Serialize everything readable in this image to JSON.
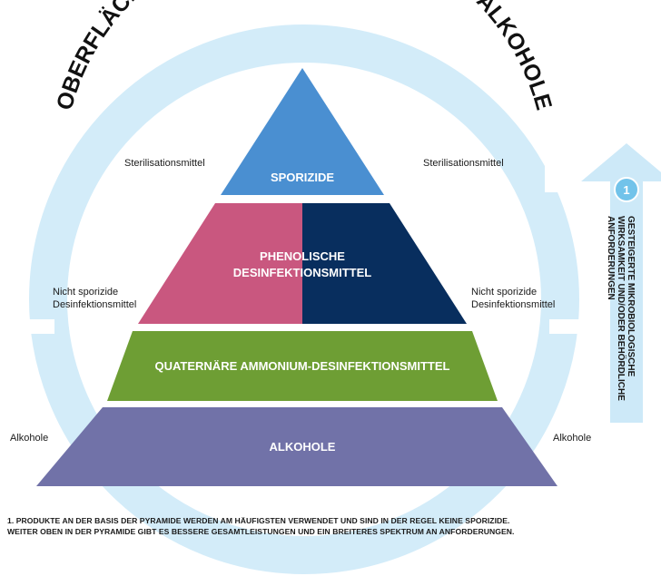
{
  "title": "OBERFLÄCHEN-DESINFEKTIONSMITTEL UND ALKOHOLE",
  "pyramid": {
    "tier1": "SPORIZIDE",
    "tier2_line1": "PHENOLISCHE",
    "tier2_line2": "DESINFEKTIONSMITTEL",
    "tier3": "QUATERNÄRE AMMONIUM-DESINFEKTIONSMITTEL",
    "tier4": "ALKOHOLE"
  },
  "side_labels": {
    "sterilisation_left": "Sterilisationsmittel",
    "sterilisation_right": "Sterilisationsmittel",
    "nonsporicidal_left_1": "Nicht sporizide",
    "nonsporicidal_left_2": "Desinfektionsmittel",
    "nonsporicidal_right_1": "Nicht sporizide",
    "nonsporicidal_right_2": "Desinfektionsmittel",
    "alcohols_left": "Alkohole",
    "alcohols_right": "Alkohole"
  },
  "arrow": {
    "badge": "1",
    "text_line1": "GESTEIGERTE MIKROBIOLOGISCHE",
    "text_line2": "WIRKSAMKEIT UND/ODER BEHÖRDLICHE",
    "text_line3": "ANFORDERUNGEN"
  },
  "footnote": {
    "line1": "1. PRODUKTE AN DER BASIS DER PYRAMIDE WERDEN AM HÄUFIGSTEN VERWENDET UND SIND IN DER REGEL KEINE SPORIZIDE.",
    "line2": "WEITER OBEN IN DER PYRAMIDE GIBT ES BESSERE GESAMTLEISTUNGEN UND EIN BREITERES SPEKTRUM AN ANFORDERUNGEN."
  },
  "colors": {
    "ring": "#d3ecf9",
    "ring_gap": "#ffffff",
    "sporizide": "#4a8fd1",
    "phenolic_left": "#c9577f",
    "phenolic_right": "#082e5e",
    "quaternary": "#6e9e34",
    "alcohols": "#7172a8",
    "arrow": "#cde9f8",
    "badge": "#72c3ea"
  }
}
